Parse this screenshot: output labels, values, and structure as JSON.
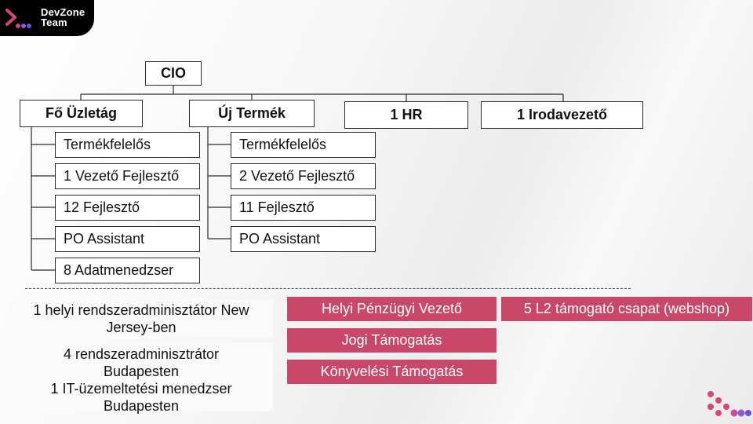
{
  "brand": {
    "line1": "DevZone",
    "line2": "Team"
  },
  "top": {
    "cio": "CIO"
  },
  "departments": {
    "fo_uzletag": {
      "title": "Fő Üzletág",
      "items": [
        "Termékfelelős",
        "1 Vezető Fejlesztő",
        "12 Fejlesztő",
        "PO Assistant",
        "8 Adatmenedzser"
      ]
    },
    "uj_termek": {
      "title": "Új Termék",
      "items": [
        "Termékfelelős",
        "2 Vezető Fejlesztő",
        "11 Fejlesztő",
        "PO Assistant"
      ]
    },
    "hr": {
      "title": "1 HR"
    },
    "iroda": {
      "title": "1 Irodavezető"
    }
  },
  "bottom": {
    "notes": [
      "1 helyi rendszeradminisztátor New Jersey-ben",
      "4 rendszeradminisztrátor Budapesten",
      "1 IT-üzemeltetési menedzser Budapesten"
    ],
    "support": [
      "Helyi Pénzügyi Vezető",
      "Jogi Támogatás",
      "Könyvelési Támogatás"
    ],
    "l2": "5 L2 támogató csapat (webshop)"
  },
  "colors": {
    "accent": "#c94769",
    "line": "#2b2b2b",
    "brand_purple": "#6b4fd8"
  }
}
